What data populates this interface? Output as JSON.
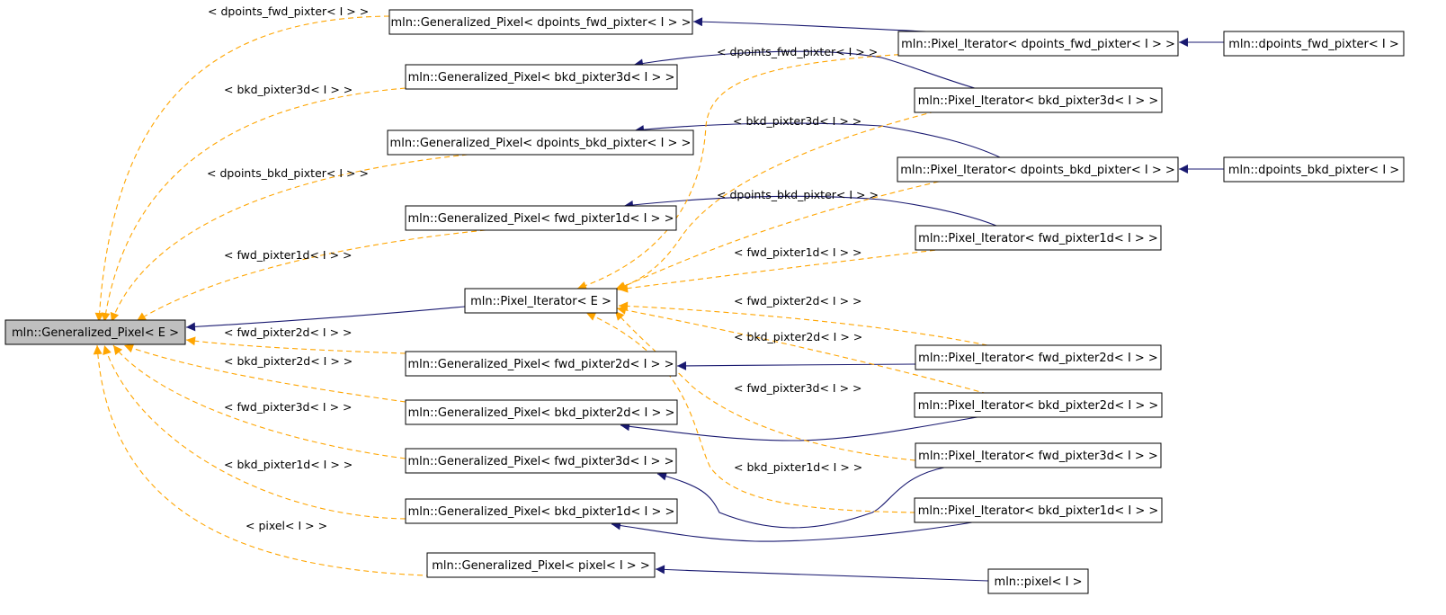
{
  "colors": {
    "inherit_edge": "#191970",
    "template_edge": "#ffa500",
    "highlight_node": "#bfbfbf",
    "node_fill": "#ffffff"
  },
  "nodes": {
    "gp_E": "mln::Generalized_Pixel< E >",
    "pi_E": "mln::Pixel_Iterator< E >",
    "gp_dfwd": "mln::Generalized_Pixel< dpoints_fwd_pixter< I > >",
    "gp_b3d": "mln::Generalized_Pixel< bkd_pixter3d< I > >",
    "gp_dbkd": "mln::Generalized_Pixel< dpoints_bkd_pixter< I > >",
    "gp_f1d": "mln::Generalized_Pixel< fwd_pixter1d< I > >",
    "gp_f2d": "mln::Generalized_Pixel< fwd_pixter2d< I > >",
    "gp_b2d": "mln::Generalized_Pixel< bkd_pixter2d< I > >",
    "gp_f3d": "mln::Generalized_Pixel< fwd_pixter3d< I > >",
    "gp_b1d": "mln::Generalized_Pixel< bkd_pixter1d< I > >",
    "gp_pix": "mln::Generalized_Pixel< pixel< I > >",
    "pi_dfwd": "mln::Pixel_Iterator< dpoints_fwd_pixter< I > >",
    "pi_b3d": "mln::Pixel_Iterator< bkd_pixter3d< I > >",
    "pi_dbkd": "mln::Pixel_Iterator< dpoints_bkd_pixter< I > >",
    "pi_f1d": "mln::Pixel_Iterator< fwd_pixter1d< I > >",
    "pi_f2d": "mln::Pixel_Iterator< fwd_pixter2d< I > >",
    "pi_b2d": "mln::Pixel_Iterator< bkd_pixter2d< I > >",
    "pi_f3d": "mln::Pixel_Iterator< fwd_pixter3d< I > >",
    "pi_b1d": "mln::Pixel_Iterator< bkd_pixter1d< I > >",
    "dfwd": "mln::dpoints_fwd_pixter< I >",
    "dbkd": "mln::dpoints_bkd_pixter< I >",
    "pix": "mln::pixel< I >"
  },
  "edge_labels": {
    "l_dfwd": "< dpoints_fwd_pixter< I > >",
    "l_b3d": "< bkd_pixter3d< I > >",
    "l_dbkd": "< dpoints_bkd_pixter< I > >",
    "l_f1d": "< fwd_pixter1d< I > >",
    "l_f2d": "< fwd_pixter2d< I > >",
    "l_b2d": "< bkd_pixter2d< I > >",
    "l_f3d": "< fwd_pixter3d< I > >",
    "l_b1d": "< bkd_pixter1d< I > >",
    "l_pix": "< pixel< I > >",
    "r_dfwd": "< dpoints_fwd_pixter< I > >",
    "r_b3d": "< bkd_pixter3d< I > >",
    "r_dbkd": "< dpoints_bkd_pixter< I > >",
    "r_f1d": "< fwd_pixter1d< I > >",
    "r_f2d": "< fwd_pixter2d< I > >",
    "r_b2d": "< bkd_pixter2d< I > >",
    "r_f3d": "< fwd_pixter3d< I > >",
    "r_b1d": "< bkd_pixter1d< I > >"
  }
}
